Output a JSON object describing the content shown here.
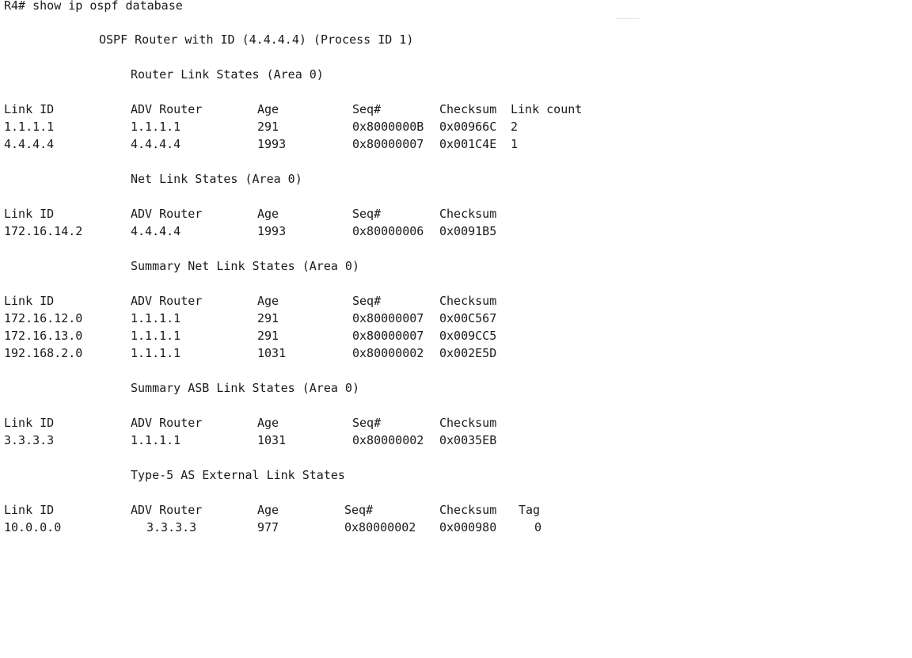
{
  "prompt_command": "R4# show ip ospf database",
  "header": "OSPF Router with ID (4.4.4.4) (Process ID 1)",
  "sections": [
    {
      "title": "Router Link States (Area 0)",
      "columns": [
        "Link ID",
        "ADV Router",
        "Age",
        "Seq#",
        "Checksum",
        "Link count"
      ],
      "rows": [
        [
          "1.1.1.1",
          "1.1.1.1",
          "291",
          "0x8000000B",
          "0x00966C",
          "2"
        ],
        [
          "4.4.4.4",
          "4.4.4.4",
          "1993",
          "0x80000007",
          "0x001C4E",
          "1"
        ]
      ]
    },
    {
      "title": "Net Link States (Area 0)",
      "columns": [
        "Link ID",
        "ADV Router",
        "Age",
        "Seq#",
        "Checksum"
      ],
      "rows": [
        [
          "172.16.14.2",
          "4.4.4.4",
          "1993",
          "0x80000006",
          "0x0091B5"
        ]
      ]
    },
    {
      "title": "Summary Net Link States (Area 0)",
      "columns": [
        "Link ID",
        "ADV Router",
        "Age",
        "Seq#",
        "Checksum"
      ],
      "rows": [
        [
          "172.16.12.0",
          "1.1.1.1",
          "291",
          "0x80000007",
          "0x00C567"
        ],
        [
          "172.16.13.0",
          "1.1.1.1",
          "291",
          "0x80000007",
          "0x009CC5"
        ],
        [
          "192.168.2.0",
          "1.1.1.1",
          "1031",
          "0x80000002",
          "0x002E5D"
        ]
      ]
    },
    {
      "title": "Summary ASB Link States (Area 0)",
      "columns": [
        "Link ID",
        "ADV Router",
        "Age",
        "Seq#",
        "Checksum"
      ],
      "rows": [
        [
          "3.3.3.3",
          "1.1.1.1",
          "1031",
          "0x80000002",
          "0x0035EB"
        ]
      ]
    },
    {
      "title": "Type-5 AS External Link States",
      "columns": [
        "Link ID",
        "ADV Router",
        "Age",
        "Seq#",
        "Checksum",
        "Tag"
      ],
      "rows": [
        [
          "10.0.0.0",
          "3.3.3.3",
          "977",
          "0x80000002",
          "0x000980",
          "0"
        ]
      ]
    }
  ]
}
